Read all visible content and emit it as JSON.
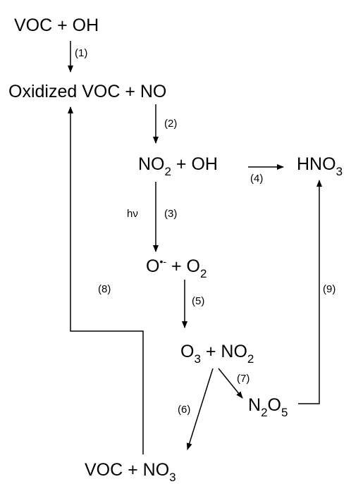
{
  "species": {
    "voc_oh": "VOC + OH",
    "oxidized_voc_no": "Oxidized VOC + NO",
    "no2_oh": {
      "a": "NO",
      "a_sub": "2",
      "b": " + OH"
    },
    "hno3": {
      "a": "HNO",
      "a_sub": "3"
    },
    "o_o2": {
      "a": "O",
      "a_sup": "•-",
      "b": " + O",
      "b_sub": "2"
    },
    "o3_no2": {
      "a": "O",
      "a_sub": "3",
      "b": " + NO",
      "b_sub": "2"
    },
    "n2o5": {
      "a": "N",
      "a_sub": "2",
      "b": "O",
      "b_sub": "5"
    },
    "voc_no3": {
      "a": "VOC + NO",
      "a_sub": "3"
    }
  },
  "labels": {
    "r1": "(1)",
    "r2": "(2)",
    "r3": "(3)",
    "hv": "hν",
    "r4": "(4)",
    "r5": "(5)",
    "r6": "(6)",
    "r7": "(7)",
    "r8": "(8)",
    "r9": "(9)"
  }
}
